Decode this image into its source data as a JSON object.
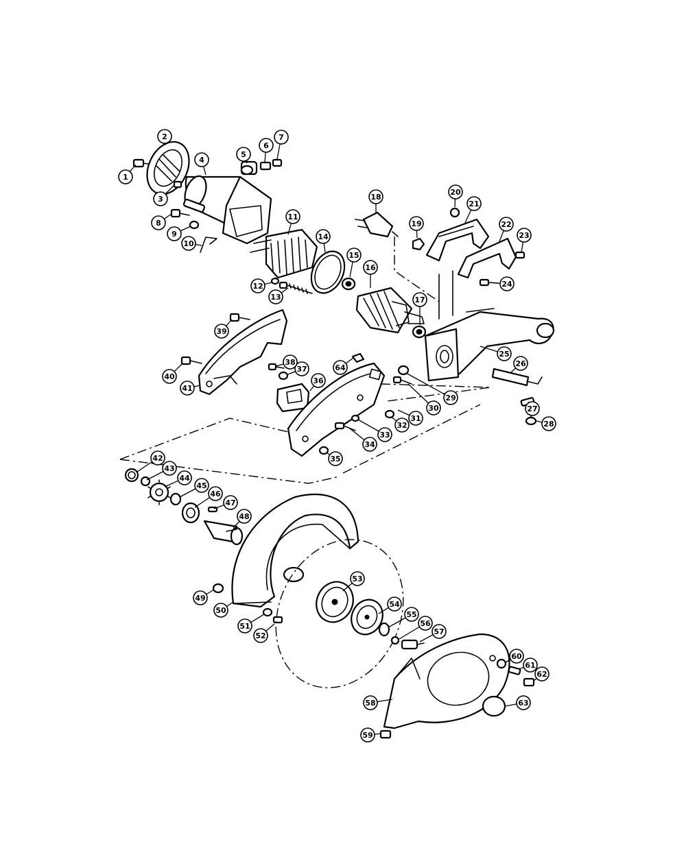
{
  "callouts": [
    "1",
    "2",
    "3",
    "4",
    "5",
    "6",
    "7",
    "8",
    "9",
    "10",
    "11",
    "12",
    "13",
    "14",
    "15",
    "16",
    "17",
    "18",
    "19",
    "20",
    "21",
    "22",
    "23",
    "24",
    "25",
    "26",
    "27",
    "28",
    "29",
    "30",
    "31",
    "32",
    "33",
    "34",
    "35",
    "36",
    "37",
    "38",
    "39",
    "40",
    "41",
    "42",
    "43",
    "44",
    "45",
    "46",
    "47",
    "48",
    "49",
    "50",
    "51",
    "52",
    "53",
    "54",
    "55",
    "56",
    "57",
    "58",
    "59",
    "60",
    "61",
    "62",
    "63",
    "64"
  ],
  "colors": {
    "ink": "#000000",
    "paper": "#ffffff"
  }
}
